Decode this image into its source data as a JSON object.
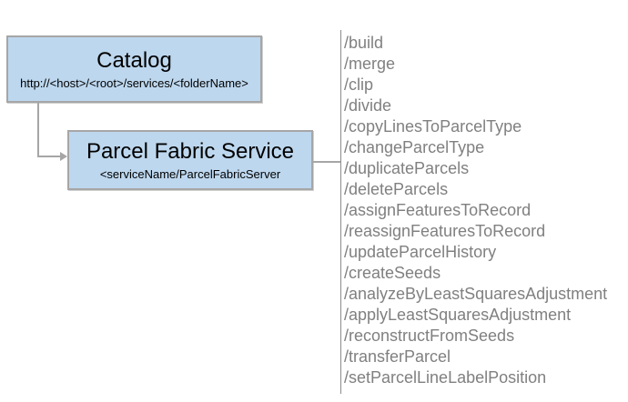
{
  "diagram": {
    "catalog_box": {
      "title": "Catalog",
      "subtitle": "http://<host>/<root>/services/<folderName>"
    },
    "service_box": {
      "title": "Parcel Fabric Service",
      "subtitle": "<serviceName/ParcelFabricServer"
    },
    "endpoints": [
      "/build",
      "/merge",
      "/clip",
      "/divide",
      "/copyLinesToParcelType",
      "/changeParcelType",
      "/duplicateParcels",
      "/deleteParcels",
      "/assignFeaturesToRecord",
      "/reassignFeaturesToRecord",
      "/updateParcelHistory",
      "/createSeeds",
      "/analyzeByLeastSquaresAdjustment",
      "/applyLeastSquaresAdjustment",
      "/reconstructFromSeeds",
      "/transferParcel",
      "/setParcelLineLabelPosition"
    ],
    "colors": {
      "box_fill": "#bdd7ee",
      "box_border": "#a6a6a6",
      "connector": "#a6a6a6",
      "separator_line": "#8c8c8c",
      "endpoint_text": "#808080",
      "title_text": "#000000"
    }
  }
}
